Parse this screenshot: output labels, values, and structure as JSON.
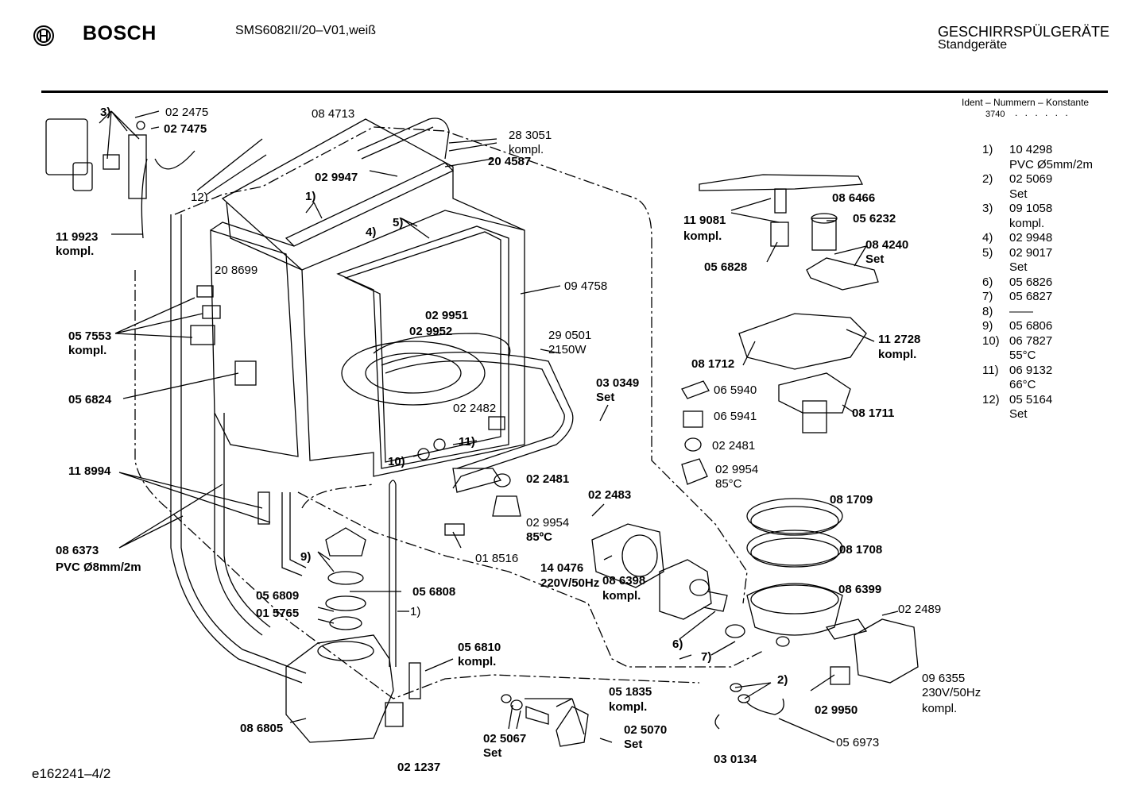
{
  "header": {
    "brand": "BOSCH",
    "model": "SMS6082II/20–V01,weiß",
    "category_line1": "GESCHIRRSPÜLGERÄTE",
    "category_line2": "Standgeräte"
  },
  "ident": {
    "heading": "Ident – Nummern – Konstante",
    "value": "3740",
    "dots": ". . . . . ."
  },
  "legend": [
    {
      "num": "1)",
      "lines": [
        "10 4298",
        "PVC Ø5mm/2m"
      ]
    },
    {
      "num": "2)",
      "lines": [
        "02 5069",
        "Set"
      ]
    },
    {
      "num": "3)",
      "lines": [
        "09 1058",
        "kompl."
      ]
    },
    {
      "num": "4)",
      "lines": [
        "02 9948"
      ]
    },
    {
      "num": "5)",
      "lines": [
        "02 9017",
        "Set"
      ]
    },
    {
      "num": "6)",
      "lines": [
        "05 6826"
      ]
    },
    {
      "num": "7)",
      "lines": [
        "05 6827"
      ]
    },
    {
      "num": "8)",
      "lines": [
        "——"
      ]
    },
    {
      "num": "9)",
      "lines": [
        "05 6806"
      ]
    },
    {
      "num": "10)",
      "lines": [
        "06 7827",
        "55°C"
      ]
    },
    {
      "num": "11)",
      "lines": [
        "06 9132",
        "66°C"
      ]
    },
    {
      "num": "12)",
      "lines": [
        "05 5164",
        "Set"
      ]
    }
  ],
  "footer": "e162241–4/2",
  "labels": [
    {
      "t": "3)",
      "b": true
    },
    {
      "t": "02 2475",
      "b": false
    },
    {
      "t": "02 7475",
      "b": true
    },
    {
      "t": "12)",
      "b": false
    },
    {
      "t": "08 4713",
      "b": false
    },
    {
      "t": "28 3051",
      "b": false
    },
    {
      "t": "kompl.",
      "b": false
    },
    {
      "t": "20 4587",
      "b": true
    },
    {
      "t": "02 9947",
      "b": true
    },
    {
      "t": "1)",
      "b": true
    },
    {
      "t": "4)",
      "b": true
    },
    {
      "t": "5)",
      "b": true
    },
    {
      "t": "11 9923",
      "b": true
    },
    {
      "t": "kompl.",
      "b": true
    },
    {
      "t": "20 8699",
      "b": false
    },
    {
      "t": "09 4758",
      "b": false
    },
    {
      "t": "02 9951",
      "b": true
    },
    {
      "t": "02 9952",
      "b": true
    },
    {
      "t": "05 7553",
      "b": true
    },
    {
      "t": "kompl.",
      "b": true
    },
    {
      "t": "29 0501",
      "b": false
    },
    {
      "t": "2150W",
      "b": false
    },
    {
      "t": "05 6824",
      "b": true
    },
    {
      "t": "02 2482",
      "b": false
    },
    {
      "t": "03 0349",
      "b": true
    },
    {
      "t": "Set",
      "b": true
    },
    {
      "t": "11)",
      "b": true
    },
    {
      "t": "10)",
      "b": true
    },
    {
      "t": "11 8994",
      "b": true
    },
    {
      "t": "02 2481",
      "b": true
    },
    {
      "t": "02 2483",
      "b": true
    },
    {
      "t": "02 9954",
      "b": false
    },
    {
      "t": "85ºC",
      "b": true
    },
    {
      "t": "08 6373",
      "b": true
    },
    {
      "t": "PVC Ø8mm/2m",
      "b": true
    },
    {
      "t": "9)",
      "b": true
    },
    {
      "t": "01 8516",
      "b": false
    },
    {
      "t": "14 0476",
      "b": true
    },
    {
      "t": "220V/50Hz",
      "b": true
    },
    {
      "t": "05 6809",
      "b": true
    },
    {
      "t": "05 6808",
      "b": true
    },
    {
      "t": "01 5765",
      "b": true
    },
    {
      "t": "1)",
      "b": false
    },
    {
      "t": "08 6398",
      "b": true
    },
    {
      "t": "kompl.",
      "b": true
    },
    {
      "t": "05 6810",
      "b": true
    },
    {
      "t": "kompl.",
      "b": true
    },
    {
      "t": "6)",
      "b": true
    },
    {
      "t": "7)",
      "b": true
    },
    {
      "t": "08 6805",
      "b": true
    },
    {
      "t": "05 1835",
      "b": true
    },
    {
      "t": "kompl.",
      "b": true
    },
    {
      "t": "02 5067",
      "b": true
    },
    {
      "t": "Set",
      "b": true
    },
    {
      "t": "02 5070",
      "b": true
    },
    {
      "t": "Set",
      "b": true
    },
    {
      "t": "02 1237",
      "b": true
    },
    {
      "t": "08 6466",
      "b": true
    },
    {
      "t": "11 9081",
      "b": true
    },
    {
      "t": "kompl.",
      "b": true
    },
    {
      "t": "05 6232",
      "b": true
    },
    {
      "t": "08 4240",
      "b": true
    },
    {
      "t": "Set",
      "b": true
    },
    {
      "t": "05 6828",
      "b": true
    },
    {
      "t": "11 2728",
      "b": true
    },
    {
      "t": "kompl.",
      "b": true
    },
    {
      "t": "08 1712",
      "b": true
    },
    {
      "t": "06 5940",
      "b": false
    },
    {
      "t": "06 5941",
      "b": false
    },
    {
      "t": "08 1711",
      "b": true
    },
    {
      "t": "02 2481",
      "b": false
    },
    {
      "t": "02 9954",
      "b": false
    },
    {
      "t": "85°C",
      "b": false
    },
    {
      "t": "08 1709",
      "b": true
    },
    {
      "t": "08 1708",
      "b": true
    },
    {
      "t": "08 6399",
      "b": true
    },
    {
      "t": "02 2489",
      "b": false
    },
    {
      "t": "2)",
      "b": true
    },
    {
      "t": "09 6355",
      "b": false
    },
    {
      "t": "230V/50Hz",
      "b": false
    },
    {
      "t": "kompl.",
      "b": false
    },
    {
      "t": "02 9950",
      "b": true
    },
    {
      "t": "05 6973",
      "b": false
    },
    {
      "t": "03 0134",
      "b": true
    }
  ]
}
